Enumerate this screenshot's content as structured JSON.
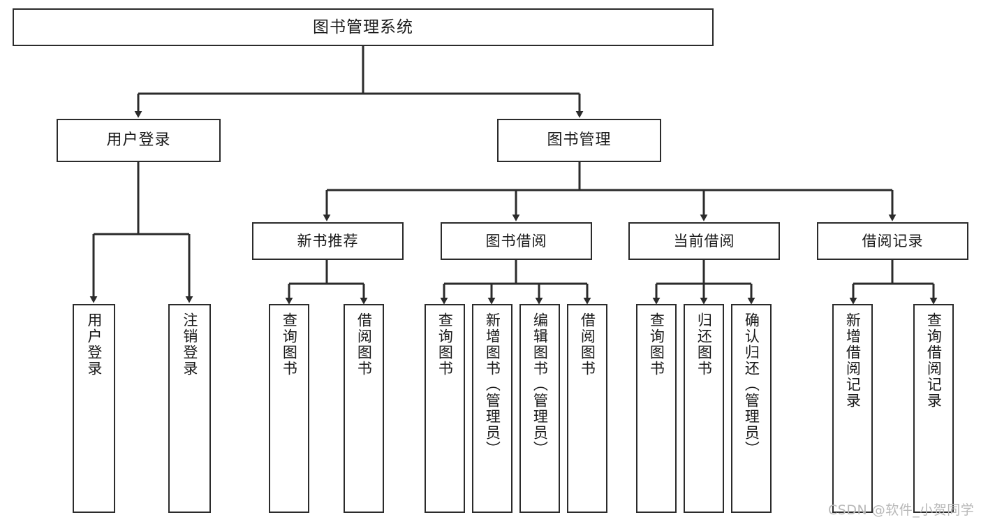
{
  "diagram": {
    "type": "tree-hierarchy",
    "title": "图书管理系统",
    "orientation": "top-down",
    "stroke_color": "#2b2b2b",
    "fill_color": "#ffffff",
    "text_color": "#1a1a1a",
    "nodes": {
      "root": {
        "label": "图书管理系统"
      },
      "level2": [
        {
          "id": "user-login",
          "label": "用户登录"
        },
        {
          "id": "book-manage",
          "label": "图书管理"
        }
      ],
      "level3": [
        {
          "id": "new-book-recommend",
          "label": "新书推荐"
        },
        {
          "id": "book-borrow",
          "label": "图书借阅"
        },
        {
          "id": "current-borrow",
          "label": "当前借阅"
        },
        {
          "id": "borrow-record",
          "label": "借阅记录"
        }
      ],
      "leaves": {
        "user-login": [
          {
            "id": "leaf-user-login",
            "label": "用户登录"
          },
          {
            "id": "leaf-logout",
            "label": "注销登录"
          }
        ],
        "new-book-recommend": [
          {
            "id": "leaf-query-book-1",
            "label": "查询图书"
          },
          {
            "id": "leaf-borrow-book-1",
            "label": "借阅图书"
          }
        ],
        "book-borrow": [
          {
            "id": "leaf-query-book-2",
            "label": "查询图书"
          },
          {
            "id": "leaf-add-book",
            "label": "新增图书（管理员）"
          },
          {
            "id": "leaf-edit-book",
            "label": "编辑图书（管理员）"
          },
          {
            "id": "leaf-borrow-book-2",
            "label": "借阅图书"
          }
        ],
        "current-borrow": [
          {
            "id": "leaf-query-book-3",
            "label": "查询图书"
          },
          {
            "id": "leaf-return-book",
            "label": "归还图书"
          },
          {
            "id": "leaf-confirm-return",
            "label": "确认归还（管理员）"
          }
        ],
        "borrow-record": [
          {
            "id": "leaf-add-record",
            "label": "新增借阅记录"
          },
          {
            "id": "leaf-query-record",
            "label": "查询借阅记录"
          }
        ]
      }
    }
  },
  "watermark": {
    "text": "CSDN @软件_小贺同学"
  }
}
